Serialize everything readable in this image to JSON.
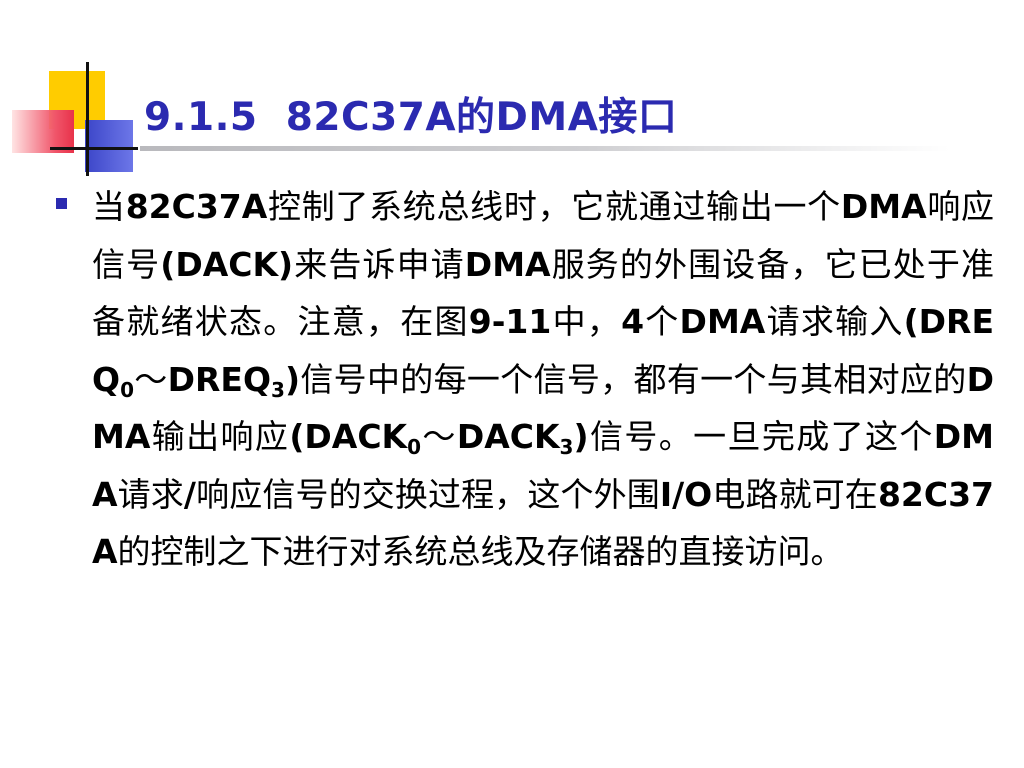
{
  "slide": {
    "title": "9.1.5  82C37A的DMA接口",
    "bullets": [
      {
        "segments": [
          {
            "t": "当",
            "b": false
          },
          {
            "t": "82C37A",
            "b": true
          },
          {
            "t": "控制了系统总线时，它就通过输出一个",
            "b": false
          },
          {
            "t": "DMA",
            "b": true
          },
          {
            "t": "响应信号",
            "b": false
          },
          {
            "t": "(DACK)",
            "b": true
          },
          {
            "t": "来告诉申请",
            "b": false
          },
          {
            "t": "DMA",
            "b": true
          },
          {
            "t": "服务的外围设备，它已处于准备就绪状态。注意，在图",
            "b": false
          },
          {
            "t": "9-11",
            "b": true
          },
          {
            "t": "中，",
            "b": false
          },
          {
            "t": "4",
            "b": true
          },
          {
            "t": "个",
            "b": false
          },
          {
            "t": "DMA",
            "b": true
          },
          {
            "t": "请求输入",
            "b": false
          },
          {
            "t": "(DREQ",
            "b": true
          },
          {
            "t": "0",
            "b": true,
            "sub": true
          },
          {
            "t": "～",
            "b": false
          },
          {
            "t": "DREQ",
            "b": true
          },
          {
            "t": "3",
            "b": true,
            "sub": true
          },
          {
            "t": ")",
            "b": true
          },
          {
            "t": "信号中的每一个信号，都有一个与其相对应的",
            "b": false
          },
          {
            "t": "DMA",
            "b": true
          },
          {
            "t": "输出响应",
            "b": false
          },
          {
            "t": "(DACK",
            "b": true
          },
          {
            "t": "0",
            "b": true,
            "sub": true
          },
          {
            "t": "～",
            "b": false
          },
          {
            "t": "DACK",
            "b": true
          },
          {
            "t": "3",
            "b": true,
            "sub": true
          },
          {
            "t": ")",
            "b": true
          },
          {
            "t": "信号。一旦完成了这个",
            "b": false
          },
          {
            "t": "DMA",
            "b": true
          },
          {
            "t": "请求",
            "b": false
          },
          {
            "t": "/",
            "b": true
          },
          {
            "t": "响应信号的交换过程，这个外围",
            "b": false
          },
          {
            "t": "I/O",
            "b": true
          },
          {
            "t": "电路就可在",
            "b": false
          },
          {
            "t": "82C37A",
            "b": true
          },
          {
            "t": "的控制之下进行对系统总线及存储器的直接访问。",
            "b": false
          }
        ]
      }
    ]
  },
  "theme": {
    "title_color": "#2b2ab0",
    "bullet_color": "#2b2ab0",
    "text_color": "#000000",
    "deco_yellow": "#ffcc00",
    "deco_red": "#e8324a",
    "deco_blue": "#3b45c8"
  }
}
